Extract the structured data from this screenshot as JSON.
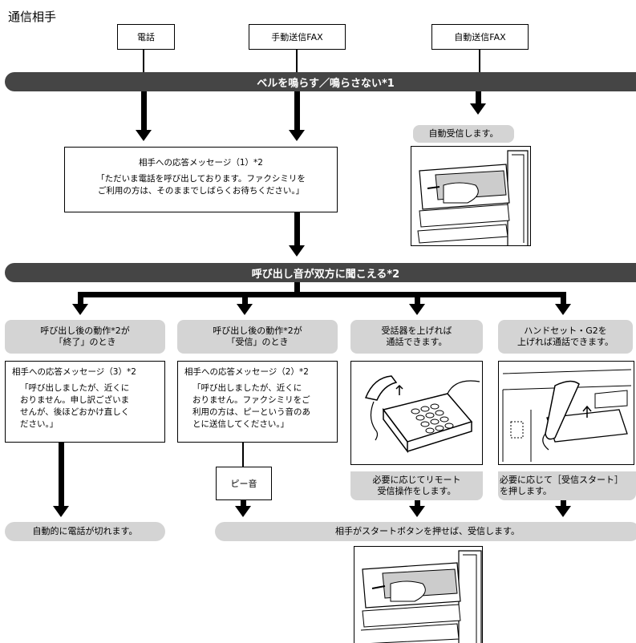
{
  "title": "通信相手",
  "sources": {
    "phone": "電話",
    "manual_fax": "手動送信FAX",
    "auto_fax": "自動送信FAX"
  },
  "band1": "ベルを鳴らす／鳴らさない*1",
  "auto_receive": "自動受信します。",
  "msg1": {
    "title": "相手への応答メッセージ（1）*2",
    "body": "「ただいま電話を呼び出しております。ファクシミリを\nご利用の方は、そのままでしばらくお待ちください。」"
  },
  "band2": "呼び出し音が双方に聞こえる*2",
  "branches": [
    {
      "label": "呼び出し後の動作*2が\n「終了」のとき"
    },
    {
      "label": "呼び出し後の動作*2が\n「受信」のとき"
    },
    {
      "label": "受話器を上げれば\n通話できます。"
    },
    {
      "label": "ハンドセット・G2を\n上げれば通話できます。"
    }
  ],
  "msg3": {
    "title": "相手への応答メッセージ（3）*2",
    "body": "「呼び出しましたが、近くに\nおりません。申し訳ございま\nせんが、後ほどおかけ直しく\nださい。」"
  },
  "msg2": {
    "title": "相手への応答メッセージ（2）*2",
    "body": "「呼び出しましたが、近くに\nおりません。ファクシミリをご\n利用の方は、ピーという音のあ\nとに送信してください。」"
  },
  "beep": "ピー音",
  "remote_note": "必要に応じてリモート\n受信操作をします。",
  "handset_note": "必要に応じて［受信スタート］\nを押します。",
  "auto_disconnect": "自動的に電話が切れます。",
  "final_receive": "相手がスタートボタンを押せば、受信します。"
}
